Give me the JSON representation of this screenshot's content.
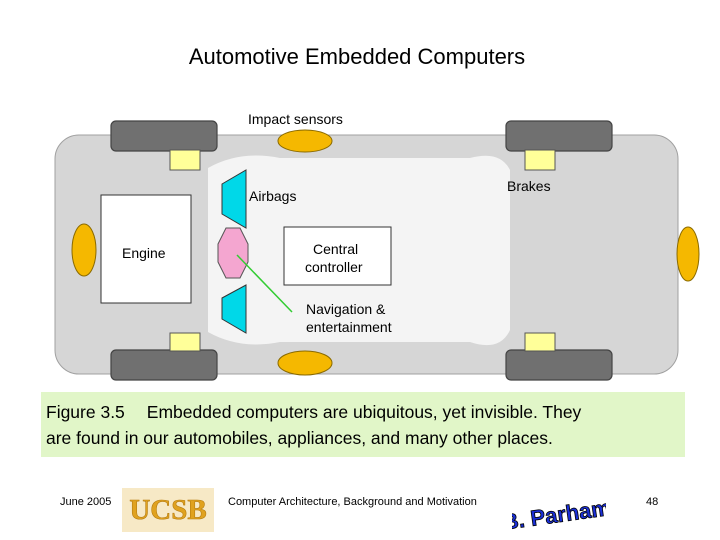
{
  "slide": {
    "title": "Automotive Embedded Computers"
  },
  "diagram": {
    "labels": {
      "impact_sensors": "Impact sensors",
      "brakes": "Brakes",
      "airbags": "Airbags",
      "engine": "Engine",
      "central_controller_line1": "Central",
      "central_controller_line2": "controller",
      "navigation_line1": "Navigation &",
      "navigation_line2": "entertainment"
    },
    "colors": {
      "car_body": "#d6d6d6",
      "cabin": "#f4f4f4",
      "tire": "#707070",
      "sensor": "#f5b800",
      "brake_pad": "#ffff99",
      "airbag": "#00d8e8",
      "navigation": "#f4a6d0",
      "pointer_line": "#33cc33"
    }
  },
  "caption": {
    "figure_number": "Figure 3.5",
    "line1": "Embedded computers are ubiquitous, yet invisible. They",
    "line2": "are found in our automobiles, appliances, and many other places."
  },
  "footer": {
    "date": "June 2005",
    "ucsb_logo_text": "UCSB",
    "course_title": "Computer Architecture, Background and Motivation",
    "author_logo_text": "B. Parhami",
    "page_number": "48"
  }
}
